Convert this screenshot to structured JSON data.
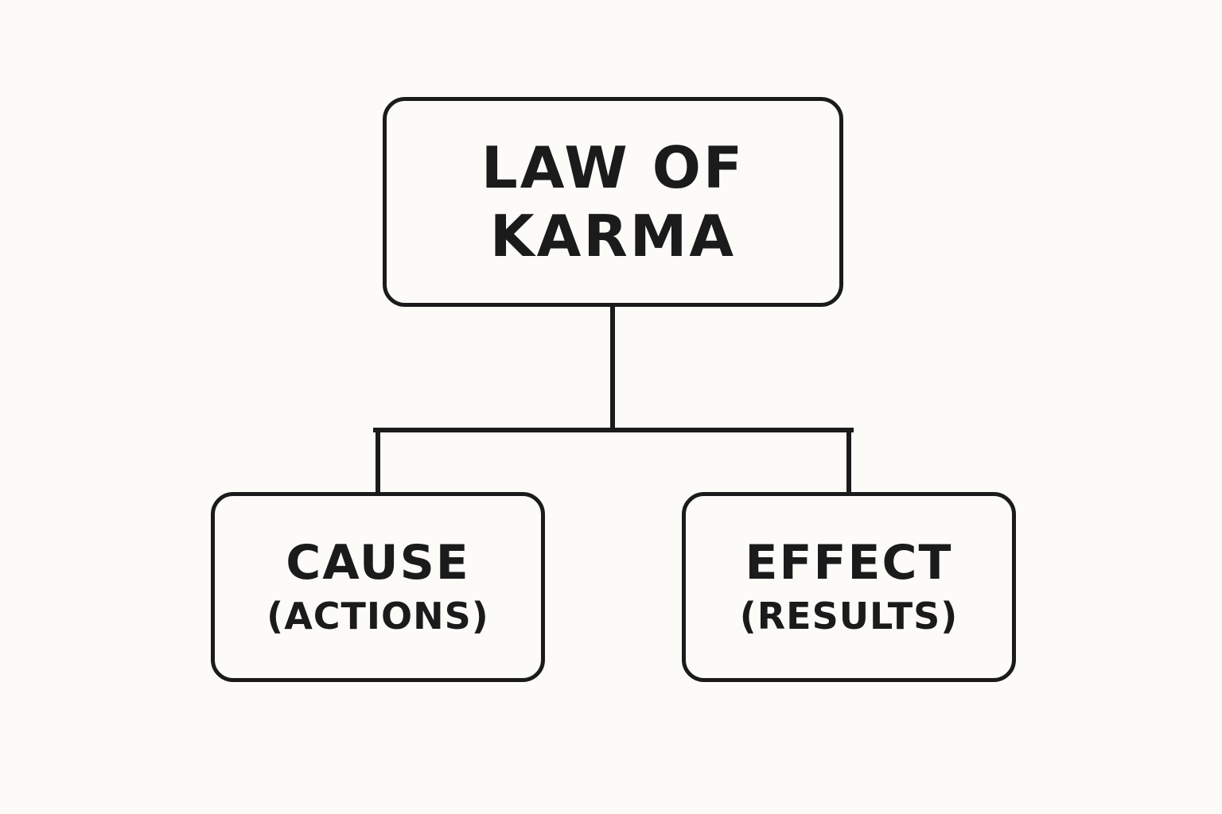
{
  "colors": {
    "background": "#fcfbf8",
    "stroke": "#1b1b1b"
  },
  "root": {
    "line1": "LAW OF",
    "line2": "KARMA"
  },
  "children": [
    {
      "title": "CAUSE",
      "subtitle": "(ACTIONS)"
    },
    {
      "title": "EFFECT",
      "subtitle": "(RESULTS)"
    }
  ]
}
